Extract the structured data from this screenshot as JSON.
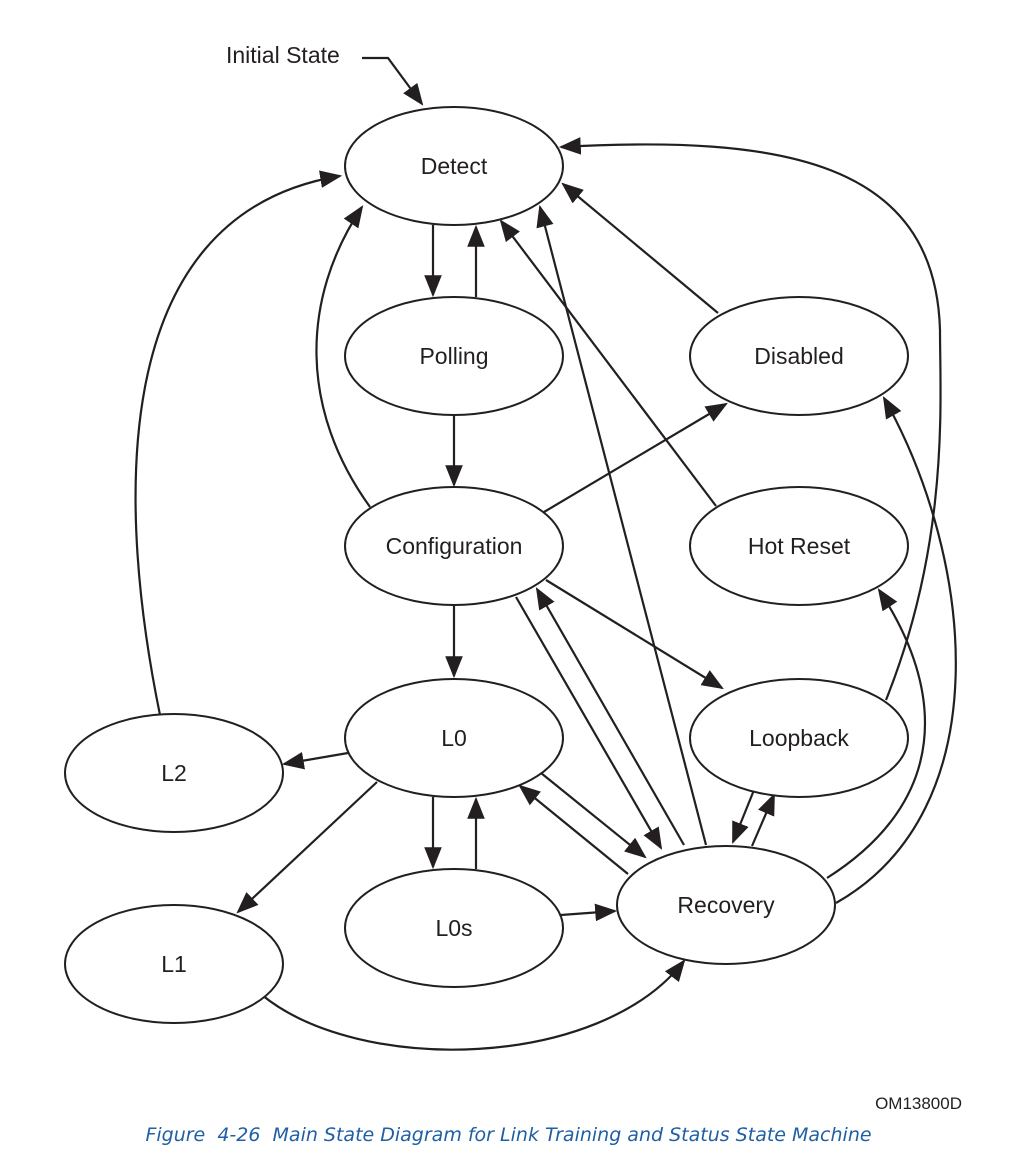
{
  "initial_label": "Initial State",
  "states": {
    "detect": "Detect",
    "polling": "Polling",
    "disabled": "Disabled",
    "configuration": "Configuration",
    "hot_reset": "Hot Reset",
    "l0": "L0",
    "loopback": "Loopback",
    "l2": "L2",
    "l0s": "L0s",
    "l1": "L1",
    "recovery": "Recovery"
  },
  "figure_code": "OM13800D",
  "caption": "Figure  4-26  Main State Diagram for Link Training and Status State Machine",
  "colors": {
    "line": "#231f20",
    "caption": "#1f5fa3"
  }
}
